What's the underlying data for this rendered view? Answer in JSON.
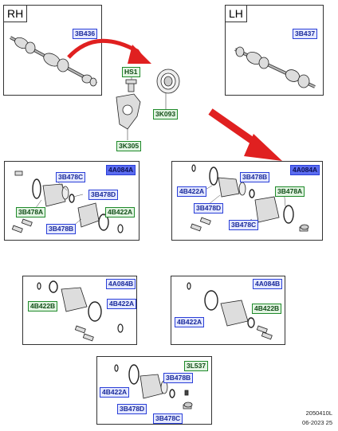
{
  "rh_panel": {
    "title": "RH",
    "label": "3B436"
  },
  "lh_panel": {
    "title": "LH",
    "label": "3B437"
  },
  "center_parts": {
    "hs1": "HS1",
    "k093": "3K093",
    "k305": "3K305"
  },
  "kit_a1": {
    "code": "4A084A",
    "l1": "3B478C",
    "l2": "3B478D",
    "l3": "3B478A",
    "l4": "4B422A",
    "l5": "3B478B"
  },
  "kit_a2": {
    "code": "4A084A",
    "l1": "3B478B",
    "l2": "4B422A",
    "l3": "3B478A",
    "l4": "3B478D",
    "l5": "3B478C"
  },
  "kit_b1": {
    "code": "4A084B",
    "l1": "4B422B",
    "l2": "4B422A"
  },
  "kit_b2": {
    "code": "4A084B",
    "l1": "4B422B",
    "l2": "4B422A"
  },
  "kit_c": {
    "code": "3L537",
    "l1": "3B478B",
    "l2": "4B422A",
    "l3": "3B478D",
    "l4": "3B478C"
  },
  "footer": {
    "ref": "2050410L",
    "date": "06-2023 25"
  },
  "colors": {
    "arrow_red": "#e02020",
    "label_blue": "#2a3fd8",
    "label_green": "#1f8a2a"
  }
}
